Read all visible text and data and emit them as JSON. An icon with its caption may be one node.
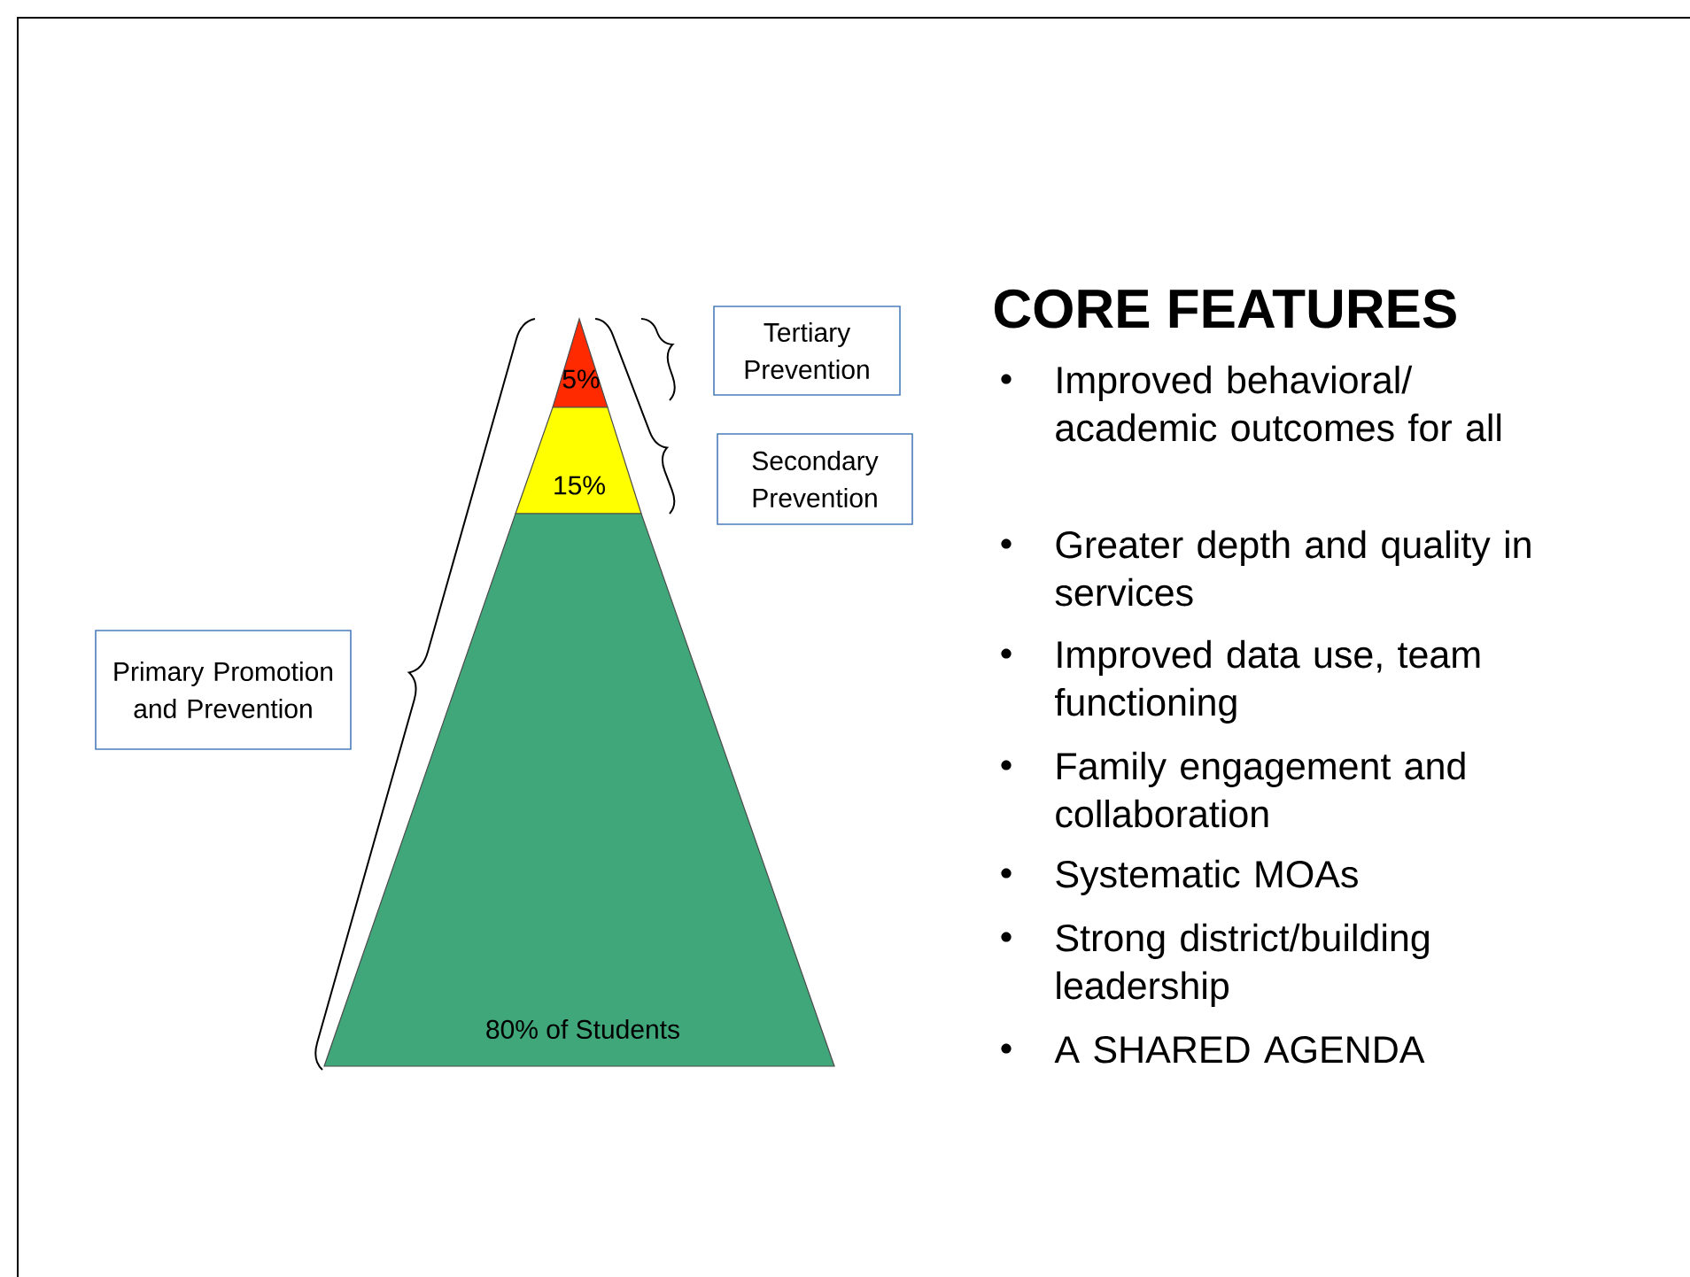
{
  "diagram": {
    "title": "CORE FEATURES",
    "nodes": [
      {
        "text": [
          "5%"
        ]
      },
      {
        "text": [
          "15%"
        ]
      },
      {
        "text": [
          "80% of Students"
        ]
      },
      {
        "text": [
          "Tertiary Prevention"
        ]
      },
      {
        "text": [
          "Secondary Prevention"
        ]
      },
      {
        "text": [
          "Primary Promotion and Prevention"
        ]
      }
    ],
    "labels": [
      "Improved behavioral/ academic outcomes for all",
      "Greater depth and quality in services",
      "Improved data use, team functioning",
      "Family engagement and collaboration",
      "Systematic MOAs",
      "Strong district/building leadership",
      "A SHARED AGENDA"
    ]
  }
}
